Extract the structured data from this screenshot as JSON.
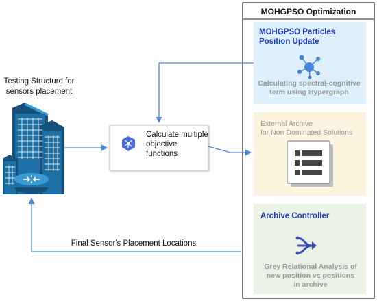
{
  "panel": {
    "title": "MOHGPSO Optimization"
  },
  "structure": {
    "caption_line1": "Testing Structure for",
    "caption_line2": "sensors placement",
    "icon": "building-with-router-icon"
  },
  "objective_box": {
    "label_line1": "Calculate multiple",
    "label_line2": "objective",
    "label_line3": "functions",
    "icon": "network-hub-icon"
  },
  "particles_box": {
    "title_line1": "MOHGPSO Particles",
    "title_line2": "Position Update",
    "desc_line1": "Calculating spectral-cognitive",
    "desc_line2": "term using Hypergraph",
    "icon": "hypergraph-node-icon",
    "fill": "#ddf0fb"
  },
  "archive_box": {
    "title_line1": "External Archive",
    "title_line2": "for Non Dominated Solutions",
    "icon": "list-document-icon",
    "fill": "#fdf4df"
  },
  "controller_box": {
    "title": "Archive Controller",
    "desc_line1": "Grey Relational Analysis of",
    "desc_line2": "new position vs positions",
    "desc_line3": "in archive",
    "icon": "merge-flow-icon",
    "fill": "#eaf3e5"
  },
  "return_arrow": {
    "label": "Final Sensor's Placement Locations"
  },
  "colors": {
    "arrow": "#4a86d8",
    "title_blue": "#1a3bbd",
    "grey_text": "#9a9a9a",
    "building_dark": "#14507a",
    "building_mid": "#1e6fa3",
    "building_light": "#3a9bd4"
  }
}
